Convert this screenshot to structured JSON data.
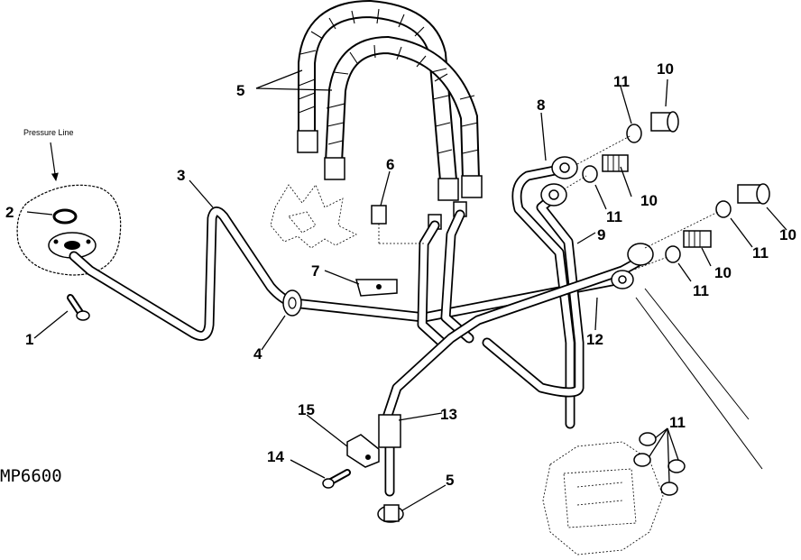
{
  "figure_id": "MP6600",
  "annotation": "Pressure Line",
  "callouts": {
    "c1": "1",
    "c2": "2",
    "c3": "3",
    "c4": "4",
    "c5_top": "5",
    "c5_bottom": "5",
    "c6": "6",
    "c7": "7",
    "c8": "8",
    "c9": "9",
    "c10_a": "10",
    "c10_b": "10",
    "c10_c": "10",
    "c10_d": "10",
    "c11_a": "11",
    "c11_b": "11",
    "c11_c": "11",
    "c11_d": "11",
    "c11_e": "11",
    "c12": "12",
    "c13": "13",
    "c14": "14",
    "c15": "15"
  }
}
